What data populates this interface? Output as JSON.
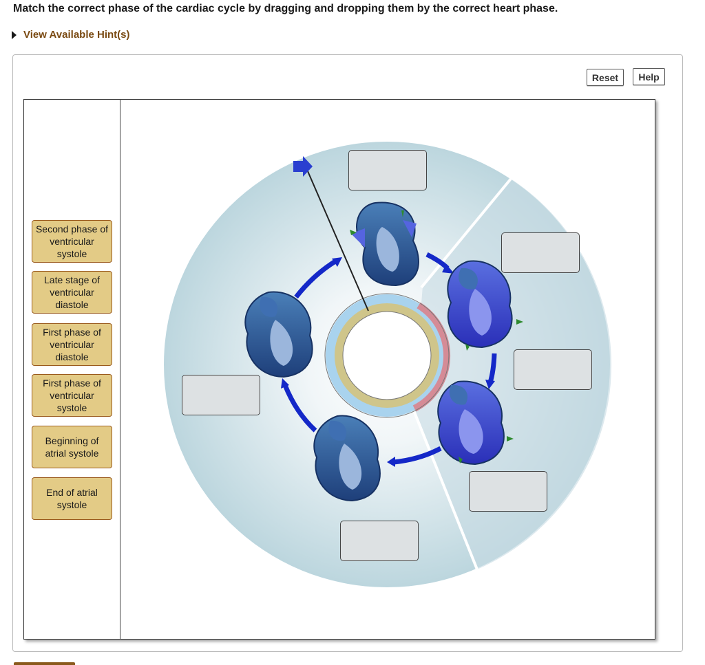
{
  "instructions": "Match the correct phase of the cardiac cycle by dragging and dropping them by the correct heart phase.",
  "hint": {
    "label": "View Available Hint(s)"
  },
  "toolbar": {
    "reset_label": "Reset",
    "help_label": "Help"
  },
  "labels": [
    {
      "text": "Second phase of ventricular systole"
    },
    {
      "text": "Late stage of ventricular diastole"
    },
    {
      "text": "First phase of ventricular diastole"
    },
    {
      "text": "First phase of ventricular systole"
    },
    {
      "text": "Beginning of atrial systole"
    },
    {
      "text": "End of atrial systole"
    }
  ],
  "drop_targets": [
    "",
    "",
    "",
    "",
    "",
    ""
  ],
  "colors": {
    "label_fill": "#e3cb86",
    "label_border": "#9a5a1d",
    "hint_text": "#7a4a12",
    "cycle_arrow": "#1428c8",
    "disk": "#c9dde4",
    "dropzone_fill": "#dde1e3"
  }
}
